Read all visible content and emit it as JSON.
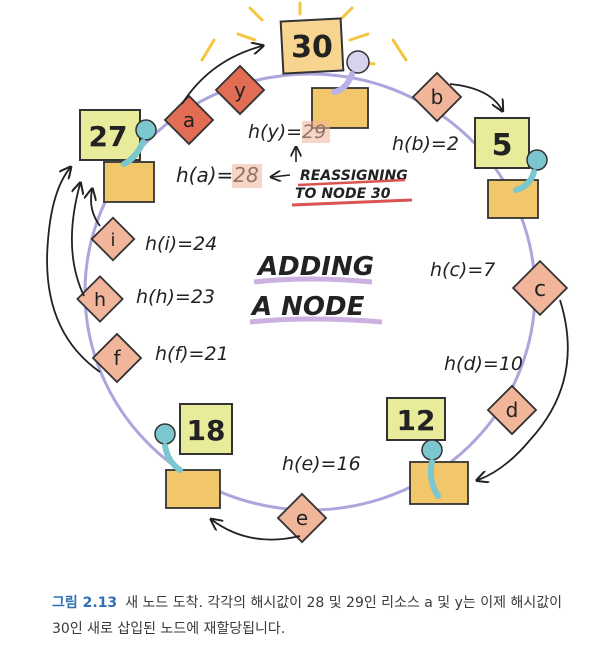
{
  "diagram": {
    "title_line1": "ADDING",
    "title_line2": "A NODE",
    "note_line1": "REASSIGNING",
    "note_line2": "TO NODE 30",
    "nodes": [
      {
        "id": "node-30",
        "label": "30"
      },
      {
        "id": "node-5",
        "label": "5"
      },
      {
        "id": "node-12",
        "label": "12"
      },
      {
        "id": "node-18",
        "label": "18"
      },
      {
        "id": "node-27",
        "label": "27"
      }
    ],
    "keys": [
      {
        "id": "key-a",
        "letter": "a"
      },
      {
        "id": "key-y",
        "letter": "y"
      },
      {
        "id": "key-b",
        "letter": "b"
      },
      {
        "id": "key-c",
        "letter": "c"
      },
      {
        "id": "key-d",
        "letter": "d"
      },
      {
        "id": "key-e",
        "letter": "e"
      },
      {
        "id": "key-f",
        "letter": "f"
      },
      {
        "id": "key-h",
        "letter": "h"
      },
      {
        "id": "key-i",
        "letter": "i"
      }
    ],
    "hash_labels": [
      {
        "id": "hash-y",
        "text": "h(y)=29"
      },
      {
        "id": "hash-b",
        "text": "h(b)=2"
      },
      {
        "id": "hash-a",
        "text": "h(a)=28"
      },
      {
        "id": "hash-i",
        "text": "h(i)=24"
      },
      {
        "id": "hash-c",
        "text": "h(c)=7"
      },
      {
        "id": "hash-h",
        "text": "h(h)=23"
      },
      {
        "id": "hash-f",
        "text": "h(f)=21"
      },
      {
        "id": "hash-d",
        "text": "h(d)=10"
      },
      {
        "id": "hash-e",
        "text": "h(e)=16"
      }
    ],
    "colors": {
      "ring": "#9d97d6",
      "node_square": "#e8ec9a",
      "desk": "#f2c66a",
      "character": "#7cc7cf",
      "key_diamond": "#f1b59a",
      "key_diamond_reassigned": "#e26d55",
      "glow": "#f5c542",
      "underline": "#d9534f",
      "purple_underline": "#b58fd6"
    }
  },
  "caption": {
    "figure_label": "그림 2.13",
    "text": "새 노드 도착. 각각의 해시값이 28 및 29인 리소스 a 및 y는 이제 해시값이 30인 새로 삽입된 노드에 재할당됩니다."
  }
}
